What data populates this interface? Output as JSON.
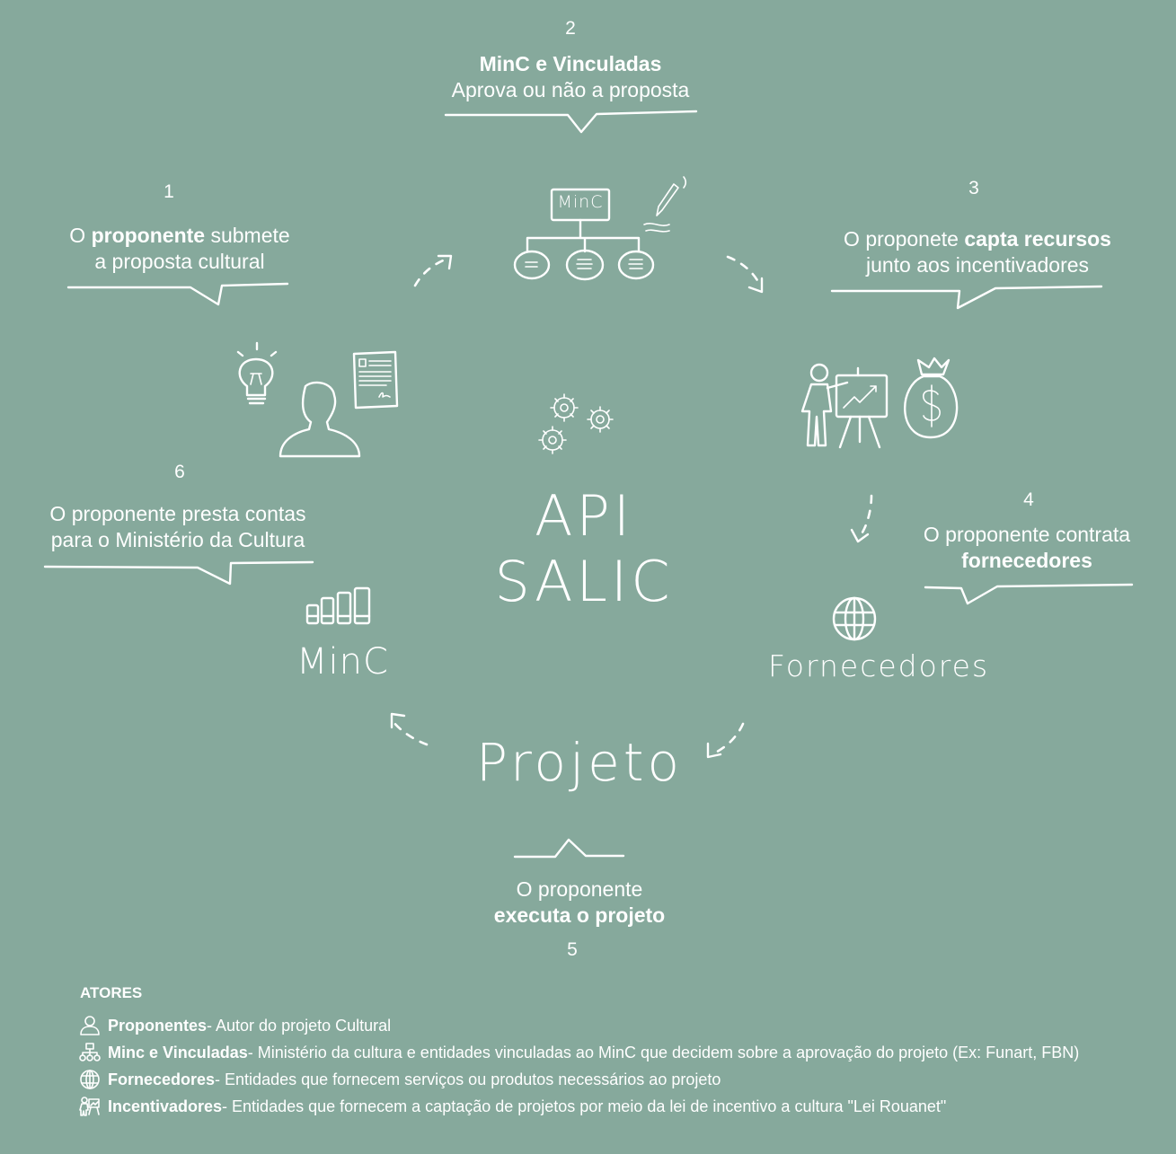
{
  "center_title": "API SALIC",
  "steps": [
    {
      "number": "1",
      "line1_pre": "O ",
      "line1_bold": "proponente",
      "line1_post": " submete",
      "line2": "a proposta cultural"
    },
    {
      "number": "2",
      "line1_bold": "MinC e Vinculadas",
      "line2": "Aprova ou não a proposta"
    },
    {
      "number": "3",
      "line1_pre": "O proponete ",
      "line1_bold": "capta recursos",
      "line2": "junto aos incentivadores"
    },
    {
      "number": "4",
      "line1": "O proponente contrata",
      "line2_bold": "fornecedores"
    },
    {
      "number": "5",
      "line1": "O proponente",
      "line2_bold": "executa o projeto"
    },
    {
      "number": "6",
      "line1": "O proponente presta contas",
      "line2": "para o Ministério da Cultura"
    }
  ],
  "nodes": {
    "minc_box": "MinC",
    "minc_bottom": "MinC",
    "fornecedores": "Fornecedores",
    "projeto": "Projeto"
  },
  "legend": {
    "title": "ATORES",
    "items": [
      {
        "icon": "person-icon",
        "name": "Proponentes",
        "desc": " - Autor do projeto Cultural"
      },
      {
        "icon": "org-chart-icon",
        "name": "Minc e Vinculadas",
        "desc": " - Ministério da cultura e entidades vinculadas ao MinC que decidem sobre a aprovação do projeto (Ex: Funart, FBN)"
      },
      {
        "icon": "globe-icon",
        "name": "Fornecedores",
        "desc": " - Entidades que fornecem serviços ou produtos necessários ao projeto"
      },
      {
        "icon": "presenter-icon",
        "name": "Incentivadores",
        "desc": " - Entidades que fornecem a captação de projetos por meio da lei de incentivo a cultura \"Lei Rouanet\""
      }
    ]
  },
  "colors": {
    "background": "#86a99c",
    "foreground": "#ffffff"
  }
}
